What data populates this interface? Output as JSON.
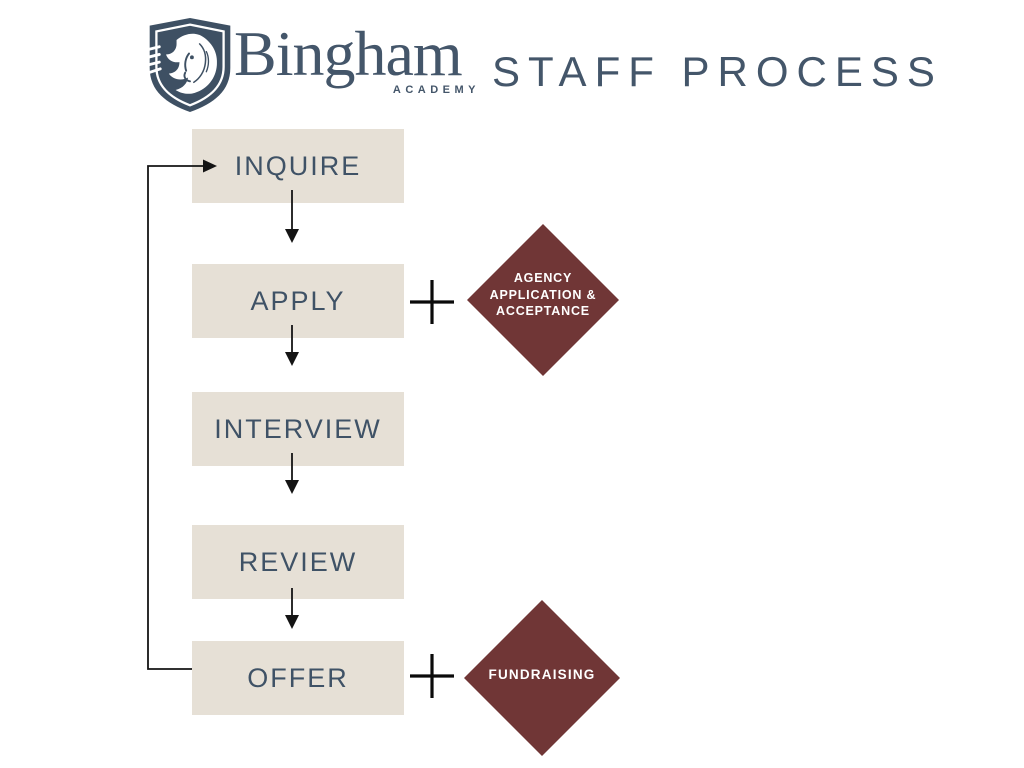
{
  "header": {
    "brand_name": "Bingham",
    "brand_subtitle": "ACADEMY",
    "title": "STAFF PROCESS",
    "logo_icon": "lion-shield-crest"
  },
  "colors": {
    "slate": "#44566A",
    "beige": "#E6E0D6",
    "maroon": "#703636",
    "line": "#141414",
    "white": "#FFFFFF"
  },
  "flow": {
    "steps": [
      {
        "label": "INQUIRE"
      },
      {
        "label": "APPLY"
      },
      {
        "label": "INTERVIEW"
      },
      {
        "label": "REVIEW"
      },
      {
        "label": "OFFER"
      }
    ],
    "connections": {
      "sequence": [
        "INQUIRE",
        "APPLY",
        "INTERVIEW",
        "REVIEW",
        "OFFER"
      ],
      "loop_back": {
        "from": "OFFER",
        "to": "INQUIRE"
      }
    },
    "addons": [
      {
        "attached_to": "APPLY",
        "operator": "+",
        "shape": "diamond",
        "lines": [
          "AGENCY",
          "APPLICATION &",
          "ACCEPTANCE"
        ]
      },
      {
        "attached_to": "OFFER",
        "operator": "+",
        "shape": "diamond",
        "lines": [
          "FUNDRAISING"
        ]
      }
    ]
  }
}
